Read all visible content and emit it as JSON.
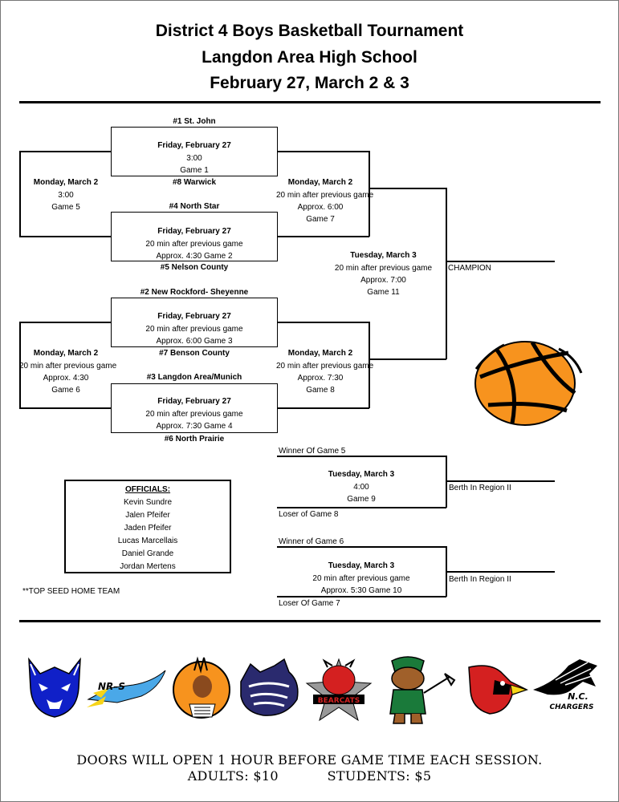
{
  "header": {
    "line1": "District 4 Boys Basketball Tournament",
    "line2": "Langdon Area High School",
    "line3": "February 27, March 2 & 3"
  },
  "teams": {
    "seed1": "#1 St. John",
    "seed8": "#8 Warwick",
    "seed4": "#4 North Star",
    "seed5": "#5 Nelson County",
    "seed2": "#2 New Rockford- Sheyenne",
    "seed7": "#7 Benson County",
    "seed3": "#3 Langdon Area/Munich",
    "seed6": "#6 North Prairie"
  },
  "games": {
    "g1": {
      "day": "Friday, February 27",
      "l1": "3:00",
      "l2": "Game 1"
    },
    "g2": {
      "day": "Friday, February 27",
      "l1": "20 min after previous game",
      "l2": "Approx. 4:30 Game 2"
    },
    "g3": {
      "day": "Friday, February 27",
      "l1": "20 min after previous game",
      "l2": "Approx. 6:00 Game 3"
    },
    "g4": {
      "day": "Friday, February 27",
      "l1": "20 min after previous game",
      "l2": "Approx. 7:30 Game 4"
    },
    "g5": {
      "day": "Monday, March 2",
      "l1": "3:00",
      "l2": "Game 5"
    },
    "g6": {
      "day": "Monday, March 2",
      "l1": "20 min after previous game",
      "l2": "Approx. 4:30",
      "l3": "Game 6"
    },
    "g7": {
      "day": "Monday, March 2",
      "l1": "20 min after previous game",
      "l2": "Approx. 6:00",
      "l3": "Game 7"
    },
    "g8": {
      "day": "Monday, March 2",
      "l1": "20 min after previous game",
      "l2": "Approx. 7:30",
      "l3": "Game 8"
    },
    "g11": {
      "day": "Tuesday, March 3",
      "l1": "20 min after previous game",
      "l2": "Approx. 7:00",
      "l3": "Game 11"
    },
    "g9": {
      "day": "Tuesday, March 3",
      "l1": "4:00",
      "l2": "Game 9"
    },
    "g10": {
      "day": "Tuesday, March 3",
      "l1": "20 min after previous game",
      "l2": "Approx. 5:30 Game 10"
    }
  },
  "labels": {
    "champion": "CHAMPION",
    "winner_g5": "Winner Of Game 5",
    "loser_g8": "Loser of Game 8",
    "winner_g6": "Winner of Game 6",
    "loser_g7": "Loser Of Game 7",
    "berth1": "Berth In Region II",
    "berth2": "Berth In Region II",
    "top_seed": "**TOP SEED HOME TEAM"
  },
  "officials": {
    "title": "OFFICIALS:",
    "names": [
      "Kevin Sundre",
      "Jalen Pfeifer",
      "Jaden Pfeifer",
      "Lucas Marcellais",
      "Daniel Grande",
      "Jordan Mertens"
    ]
  },
  "logos": {
    "nrs_text": "NR–S",
    "bearcats_text": "BEARCATS",
    "chargers_text": "CHARGERS",
    "nc_text": "N.C."
  },
  "footer": {
    "doors": "DOORS WILL OPEN 1 HOUR BEFORE GAME TIME EACH SESSION.",
    "adults": "ADULTS: $10",
    "students": "STUDENTS: $5"
  },
  "colors": {
    "ball": "#f7931e",
    "blue": "#1020c8",
    "navy": "#2a2a6e",
    "red": "#d42020",
    "green": "#1a7a3a"
  }
}
